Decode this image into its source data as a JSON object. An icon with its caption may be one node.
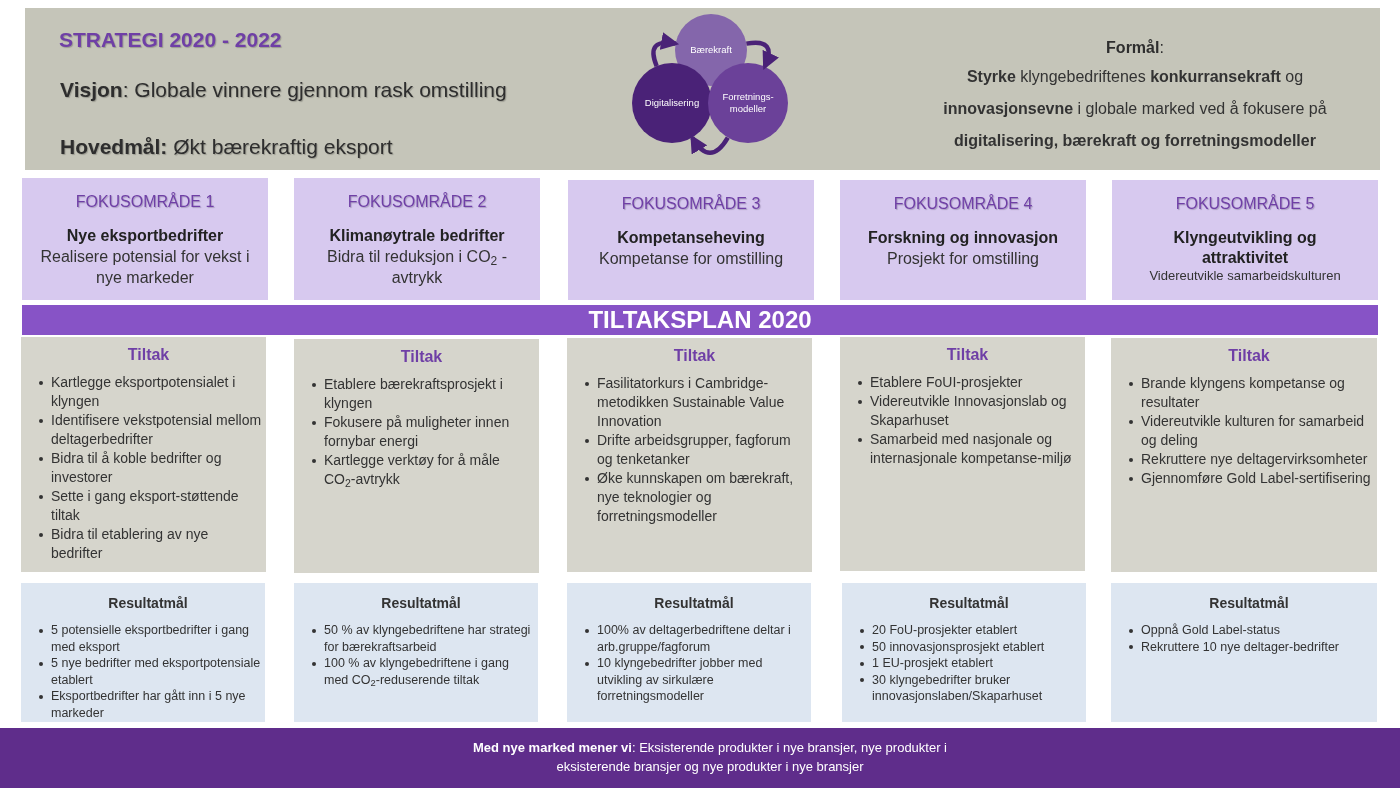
{
  "diagram": {
    "title": "STRATEGI  2020 - 2022",
    "nodes": [
      {
        "text": [
          "**Visjon**: Globale vinnere gjennom rask omstilling",
          "**Hovedmål:** Økt bærekraftig eksport",
          "**Formål**:",
          "**Styrke** klyngebedriftenes **konkurransekraft** og **innovasjonsevne** i globale marked ved å fokusere på **digitalisering, bærekraft og forretningsmodeller**"
        ]
      },
      {
        "text": [
          "Bærekraft"
        ],
        "in": 0
      },
      {
        "text": [
          "Digitalisering"
        ],
        "in": 0
      },
      {
        "text": [
          "Forretnings-modeller"
        ],
        "in": 0
      },
      {
        "text": [
          "FOKUSOMRÅDE 1",
          "Nye eksportbedrifter",
          "Realisere potensial for vekst i nye markeder"
        ]
      },
      {
        "text": [
          "FOKUSOMRÅDE 2",
          "Klimanøytrale bedrifter",
          "Bidra til reduksjon i CO$_{2}$ -avtrykk"
        ]
      },
      {
        "text": [
          "FOKUSOMRÅDE 3",
          "Kompetanseheving",
          "Kompetanse for omstilling"
        ]
      },
      {
        "text": [
          "FOKUSOMRÅDE 4",
          "Forskning og innovasjon",
          "Prosjekt for omstilling"
        ]
      },
      {
        "text": [
          "FOKUSOMRÅDE 5",
          "Klyngeutvikling og attraktivitet",
          "Videreutvikle  samarbeidskulturen"
        ]
      },
      {
        "text": [
          "TILTAKSPLAN 2020"
        ]
      },
      {
        "text": [
          "Tiltak",
          "Kartlegge eksportpotensialet i klyngen",
          "Identifisere vekstpotensial mellom deltagerbedrifter",
          "Bidra til å koble bedrifter og investorer",
          "Sette i gang eksport-støttende tiltak",
          "Bidra til etablering av nye bedrifter"
        ]
      },
      {
        "text": [
          "Tiltak",
          "Etablere bærekraftsprosjekt i klyngen",
          "Fokusere på muligheter innen fornybar energi",
          "Kartlegge verktøy for å måle CO$_{2}$-avtrykk"
        ]
      },
      {
        "text": [
          "Tiltak",
          "Fasilitatorkurs i Cambridge-metodikken Sustainable Value Innovation",
          "Drifte arbeidsgrupper, fagforum og tenketanker",
          "Øke kunnskapen om bærekraft, nye teknologier og forretningsmodeller"
        ]
      },
      {
        "text": [
          "Tiltak",
          "Etablere FoUI-prosjekter",
          "Videreutvikle Innovasjonslab og Skaparhuset",
          "Samarbeid med nasjonale og internasjonale kompetanse-miljø"
        ]
      },
      {
        "text": [
          "Tiltak",
          "Brande klyngens kompetanse og resultater",
          "Videreutvikle kulturen for samarbeid og deling",
          "Rekruttere nye deltagervirksomheter",
          "Gjennomføre Gold Label-sertifisering"
        ]
      },
      {
        "text": [
          "Resultatmål",
          "5 potensielle eksportbedrifter i gang med eksport",
          "5 nye bedrifter med eksportpotensiale etablert",
          "Eksportbedrifter har gått inn i 5 nye markeder"
        ]
      },
      {
        "text": [
          "Resultatmål",
          "50 % av klyngebedriftene har strategi for bærekraftsarbeid",
          "100 % av klyngebedriftene i gang med CO$_{2}$-reduserende tiltak"
        ]
      },
      {
        "text": [
          "Resultatmål",
          "100% av deltagerbedriftene deltar i arb.gruppe/fagforum",
          "10 klyngebedrifter jobber med utvikling av sirkulære forretningsmodeller"
        ]
      },
      {
        "text": [
          "Resultatmål",
          "20 FoU-prosjekter etablert",
          "50 innovasjonsprosjekt etablert",
          "1 EU-prosjekt etablert",
          "30 klyngebedrifter bruker innovasjonslaben/Skaparhuset"
        ]
      },
      {
        "text": [
          "Resultatmål",
          "Oppnå Gold Label-status",
          "Rekruttere 10 nye deltager-bedrifter"
        ]
      },
      {
        "text": [
          "**Med nye marked mener vi**: Eksisterende produkter i nye bransjer, nye produkter i eksisterende bransjer og nye produkter i nye bransjer"
        ]
      }
    ],
    "edges": [
      {
        "from": 2,
        "to": 1,
        "arrow": "to"
      },
      {
        "from": 1,
        "to": 3,
        "arrow": "to"
      },
      {
        "from": 3,
        "to": 2,
        "arrow": "to"
      }
    ]
  }
}
